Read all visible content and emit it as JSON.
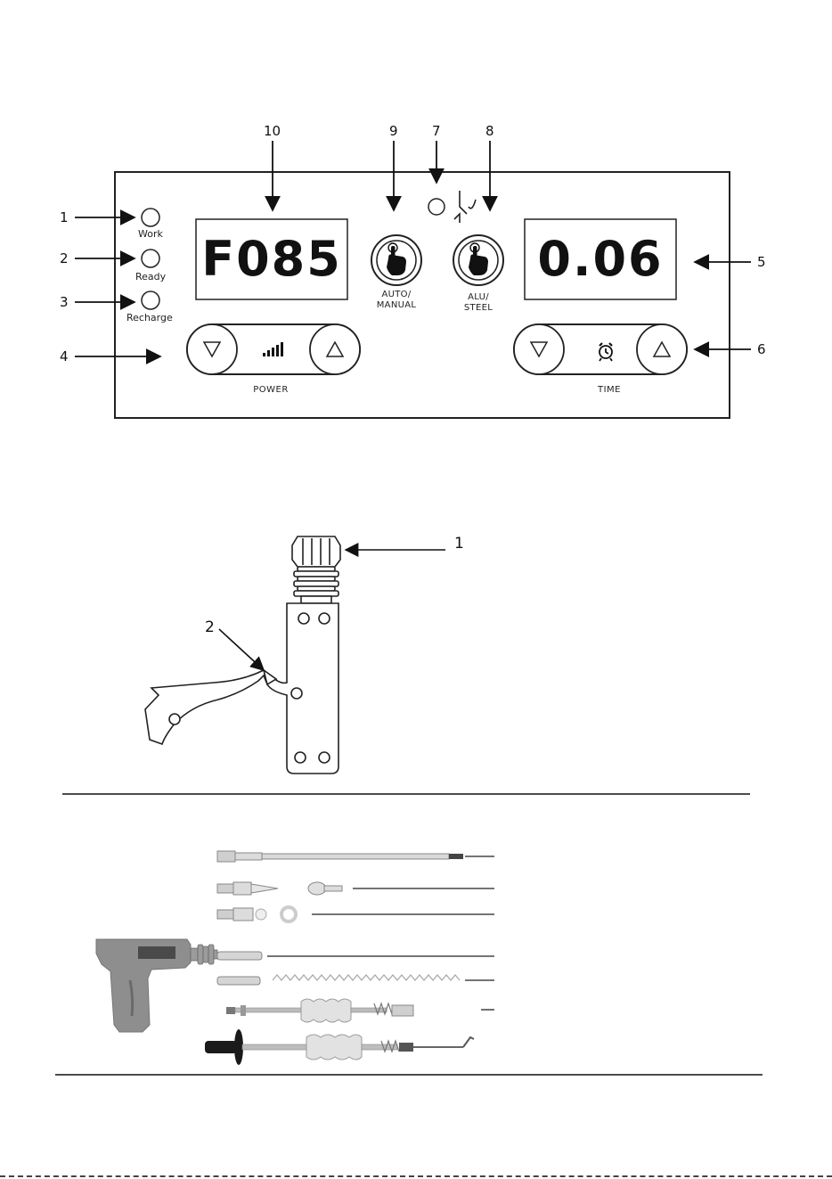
{
  "control_panel": {
    "callouts": [
      "1",
      "2",
      "3",
      "4",
      "5",
      "6",
      "7",
      "8",
      "9",
      "10"
    ],
    "leds": {
      "work": "Work",
      "ready": "Ready",
      "recharge": "Recharge"
    },
    "power_display": "F085",
    "time_display": "0.06",
    "auto_manual_label": [
      "AUTO/",
      "MANUAL"
    ],
    "alu_steel_label": [
      "ALU/",
      "STEEL"
    ],
    "power_caption": "POWER",
    "time_caption": "TIME",
    "icons": [
      "power-bars-icon",
      "alarm-clock-icon",
      "touch-hand-icon",
      "arrow-down-icon",
      "arrow-up-icon",
      "weld-spark-icon"
    ]
  },
  "welding_gun": {
    "callouts": [
      "1",
      "2"
    ]
  },
  "accessories": {
    "items": [
      "electrode-rod",
      "triangle-tip",
      "washer-tip",
      "straight-stud",
      "wavy-wire",
      "slide-hammer",
      "hook-slide-hammer"
    ]
  }
}
